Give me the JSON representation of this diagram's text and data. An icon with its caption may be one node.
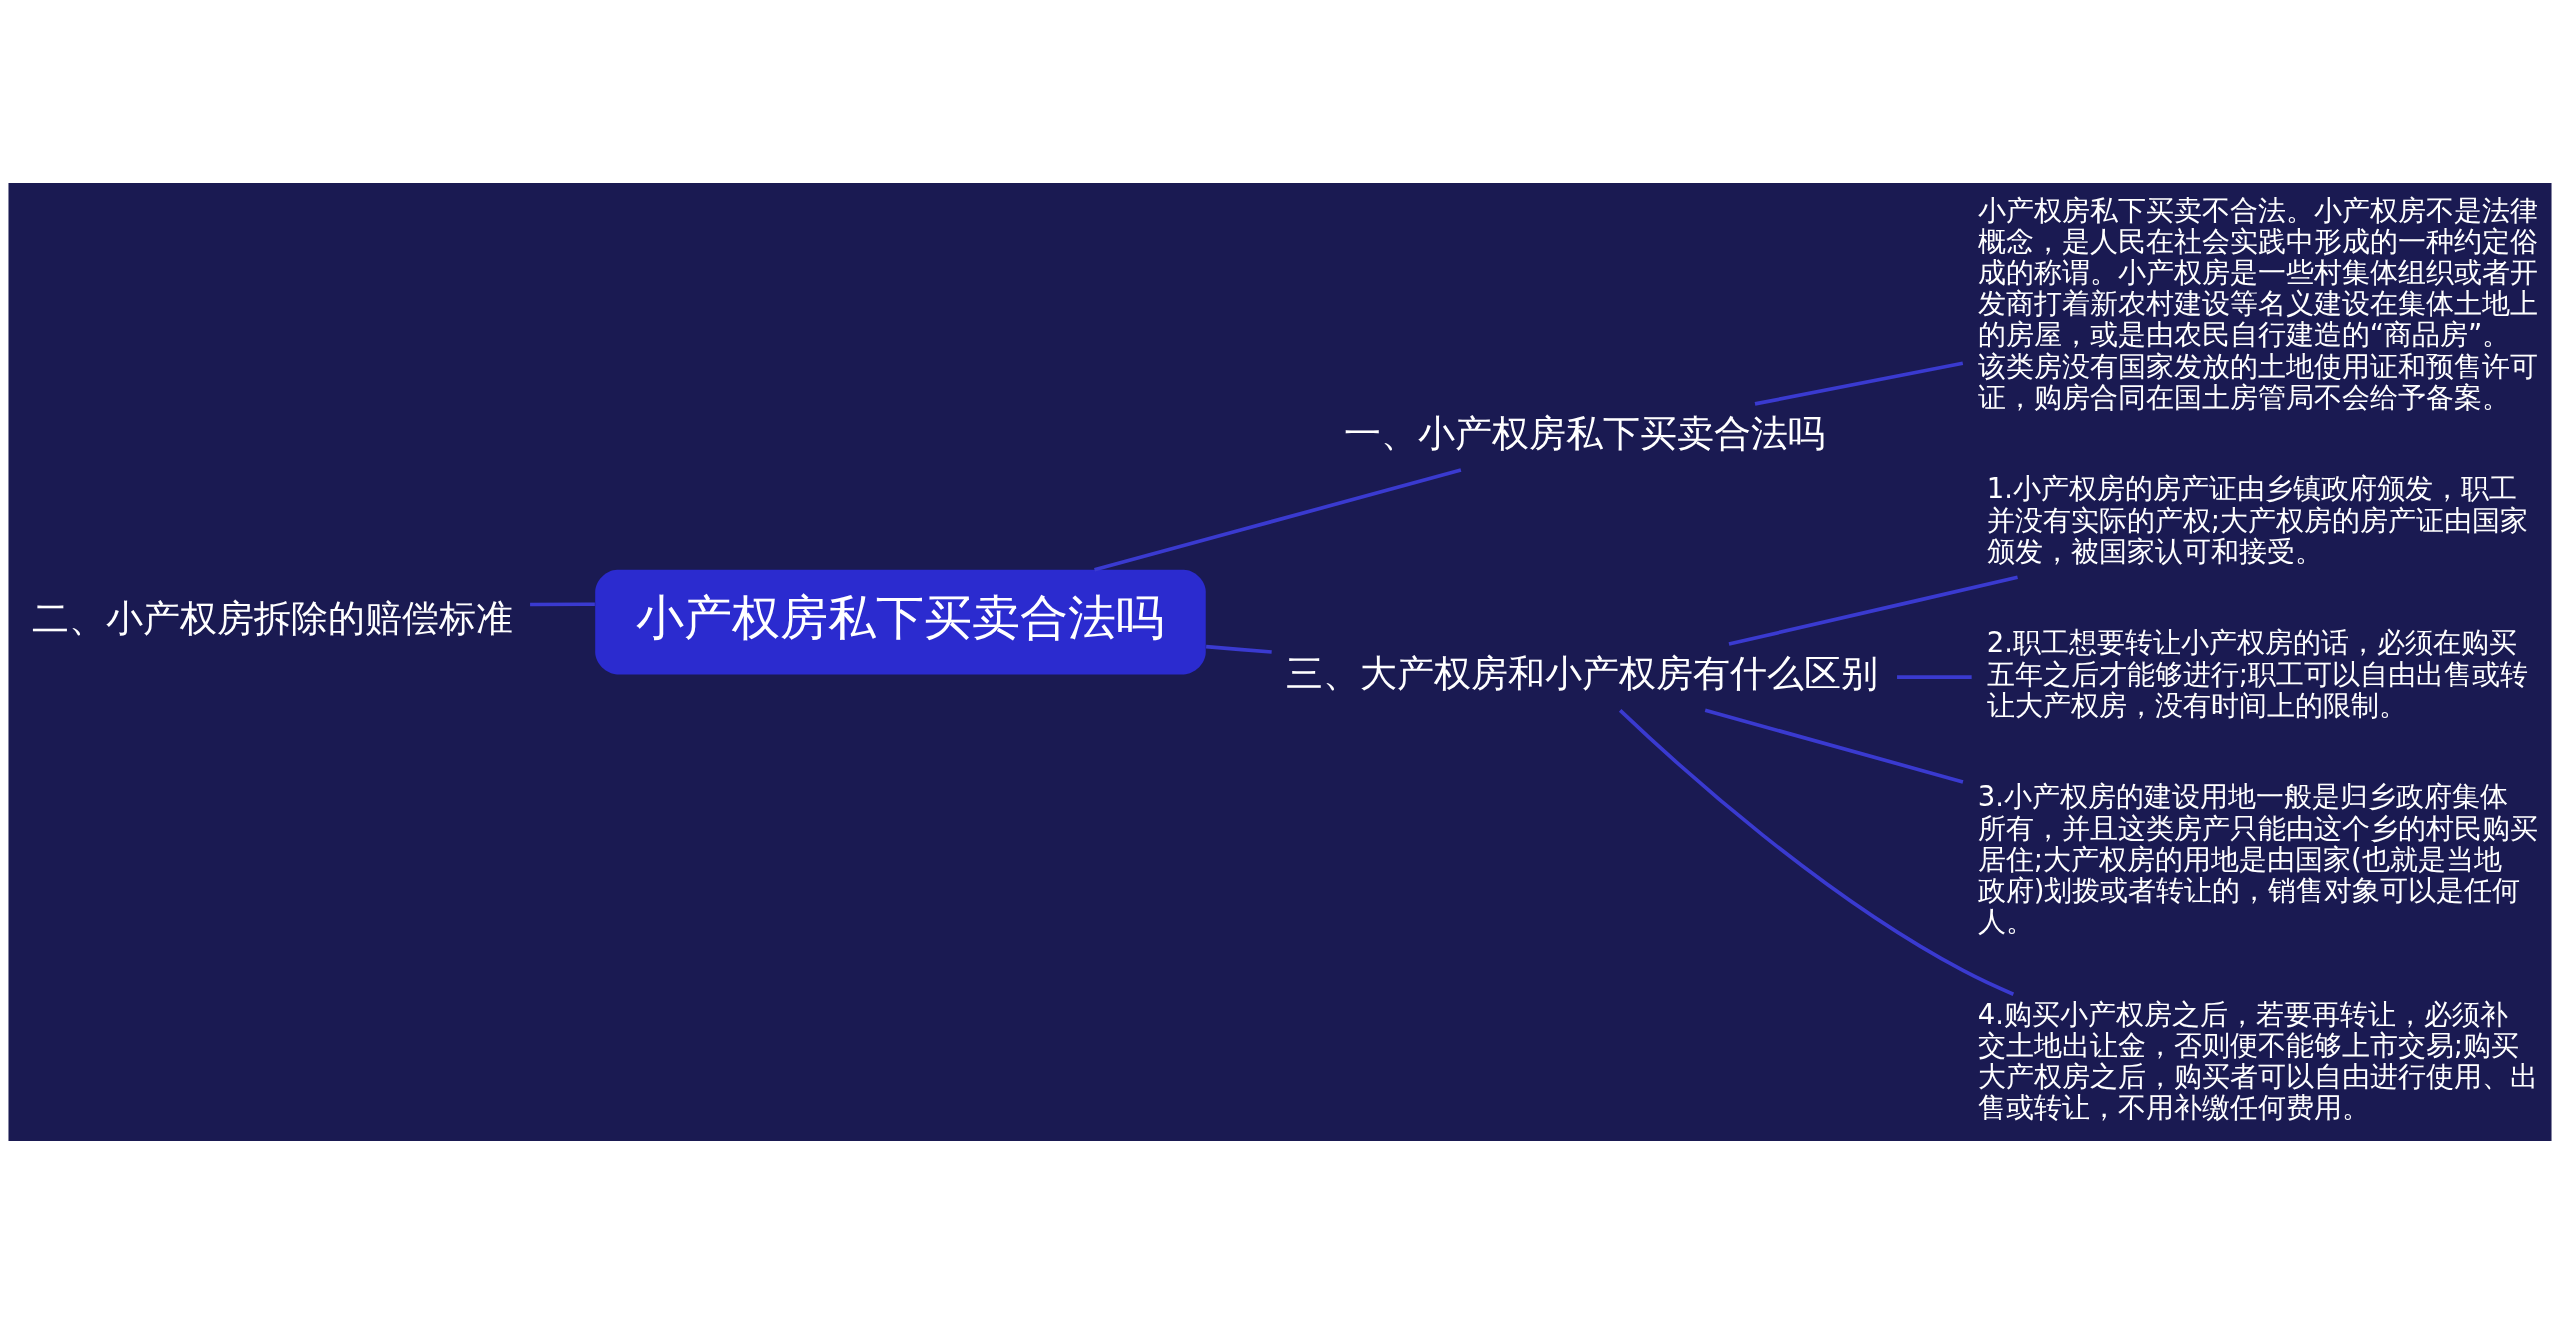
{
  "diagram": {
    "nodes": [
      {
        "text": [
          "小产权房私下买卖合法吗"
        ]
      },
      {
        "text": [
          "二、小产权房拆除的赔偿标准"
        ]
      },
      {
        "text": [
          "一、小产权房私下买卖合法吗"
        ]
      },
      {
        "text": [
          "小产权房私下买卖不合法。小产权房不是法律概念，是人民在社会实践中形成的一种约定俗成的称谓。小产权房是一些村集体组织或者开发商打着新农村建设等名义建设在集体土地上的房屋，或是由农民自行建造的“商品房”。该类房没有国家发放的土地使用证和预售许可证，购房合同在国土房管局不会给予备案。"
        ]
      },
      {
        "text": [
          "三、大产权房和小产权房有什么区别"
        ]
      },
      {
        "text": [
          "1.小产权房的房产证由乡镇政府颁发，职工并没有实际的产权;大产权房的房产证由国家颁发，被国家认可和接受。"
        ]
      },
      {
        "text": [
          "2.职工想要转让小产权房的话，必须在购买五年之后才能够进行;职工可以自由出售或转让大产权房，没有时间上的限制。"
        ]
      },
      {
        "text": [
          "3.小产权房的建设用地一般是归乡政府集体所有，并且这类房产只能由这个乡的村民购买居住;大产权房的用地是由国家(也就是当地政府)划拨或者转让的，销售对象可以是任何人。"
        ]
      },
      {
        "text": [
          "4.购买小产权房之后，若要再转让，必须补交土地出让金，否则便不能够上市交易;购买大产权房之后，购买者可以自由进行使用、出售或转让，不用补缴任何费用。"
        ]
      }
    ],
    "edges": [
      {
        "from": 0,
        "to": 1,
        "arrow": "none"
      },
      {
        "from": 0,
        "to": 2,
        "arrow": "none"
      },
      {
        "from": 2,
        "to": 3,
        "arrow": "none"
      },
      {
        "from": 0,
        "to": 4,
        "arrow": "none"
      },
      {
        "from": 4,
        "to": 5,
        "arrow": "none"
      },
      {
        "from": 4,
        "to": 6,
        "arrow": "none"
      },
      {
        "from": 4,
        "to": 7,
        "arrow": "none"
      },
      {
        "from": 4,
        "to": 8,
        "arrow": "none"
      }
    ]
  }
}
